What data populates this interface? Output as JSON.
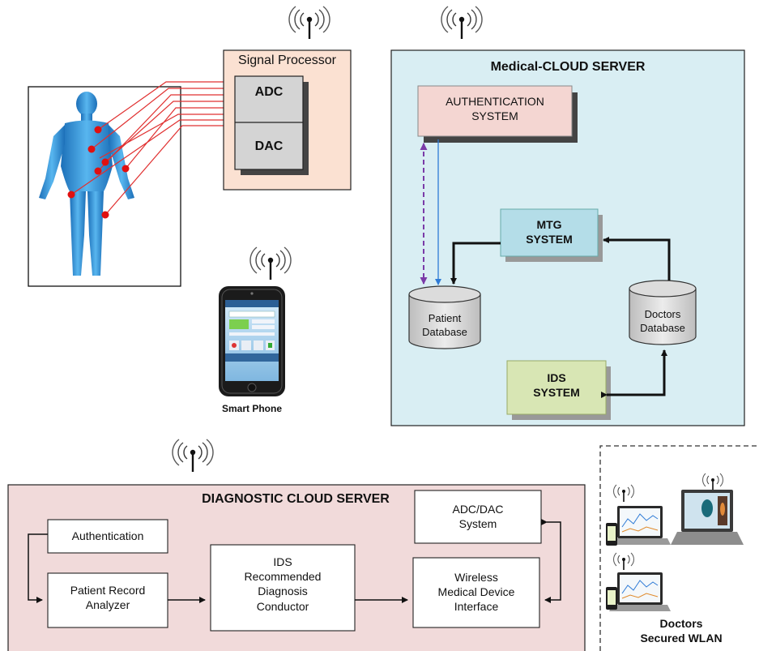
{
  "colors": {
    "signal_bg": "#fbe1d2",
    "cloud_bg": "#d9eef3",
    "diag_bg": "#f1dada",
    "auth_bg": "#f4d6d2",
    "mtg_bg": "#b4dde8",
    "ids_bg": "#d8e6b4",
    "converter_bg": "#d4d4d4",
    "body_blue": "#2b8fd6",
    "sensor_red": "#e01010",
    "lead_red": "#e03030",
    "arrow_dark": "#111111",
    "arrow_blue": "#2e7bd6",
    "arrow_purple": "#7a3ba8"
  },
  "labels": {
    "signal_processor": "Signal Processor",
    "adc": "ADC",
    "dac": "DAC",
    "smart_phone": "Smart Phone",
    "medical_cloud": "Medical-CLOUD SERVER",
    "auth_system": "AUTHENTICATION\nSYSTEM",
    "mtg_system": "MTG\nSYSTEM",
    "patient_db": "Patient\nDatabase",
    "doctors_db": "Doctors\nDatabase",
    "ids_system": "IDS\nSYSTEM",
    "diagnostic_cloud": "DIAGNOSTIC CLOUD SERVER",
    "authentication": "Authentication",
    "patient_record": "Patient Record\nAnalyzer",
    "ids_recommended": "IDS\nRecommended\nDiagnosis\nConductor",
    "wireless_interface": "Wireless\nMedical Device\nInterface",
    "adc_dac_system": "ADC/DAC\nSystem",
    "doctors_wlan": "Doctors\nSecured WLAN"
  },
  "icons": {
    "antenna": "antenna-icon",
    "human_body": "human-body-icon",
    "smartphone": "smartphone-icon",
    "laptop": "laptop-icon",
    "database": "database-cylinder-icon"
  }
}
